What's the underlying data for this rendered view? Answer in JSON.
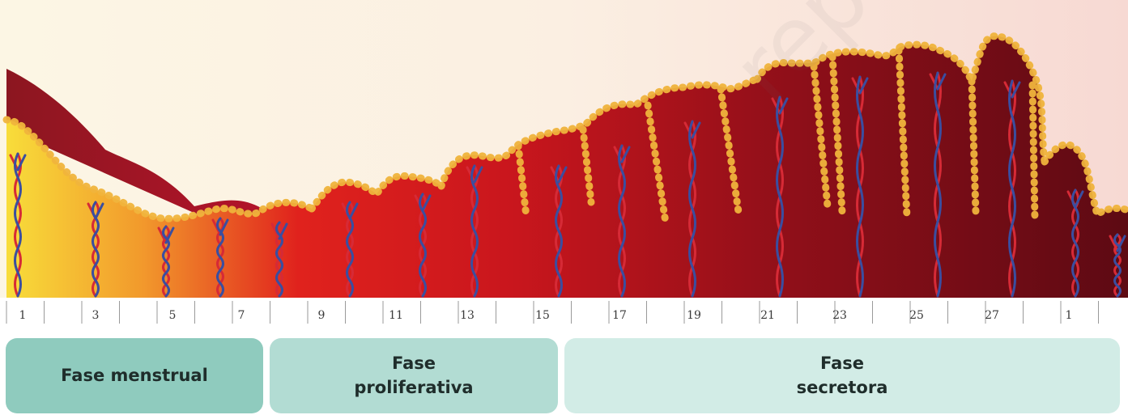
{
  "diagram": {
    "day_labels": [
      "1",
      "3",
      "5",
      "7",
      "9",
      "11",
      "13",
      "15",
      "17",
      "19",
      "21",
      "23",
      "25",
      "27",
      "1"
    ],
    "phases": [
      {
        "label": "Fase menstrual",
        "color": "#8fcbbe"
      },
      {
        "label": "Fase\nproliferativa",
        "color": "#b2dcd3"
      },
      {
        "label": "Fase\nsecretora",
        "color": "#d2ece6"
      }
    ],
    "colors": {
      "background_top": "#fbefe2",
      "tissue_dark": "#6e0c17",
      "tissue_mid": "#d5141c",
      "tissue_light": "#f7c52c",
      "gland_cells": "#e8a734",
      "artery": "#d62a36",
      "vein": "#3a4ea0",
      "ruler_bg": "#ffffff"
    },
    "watermark": "reproducción"
  }
}
